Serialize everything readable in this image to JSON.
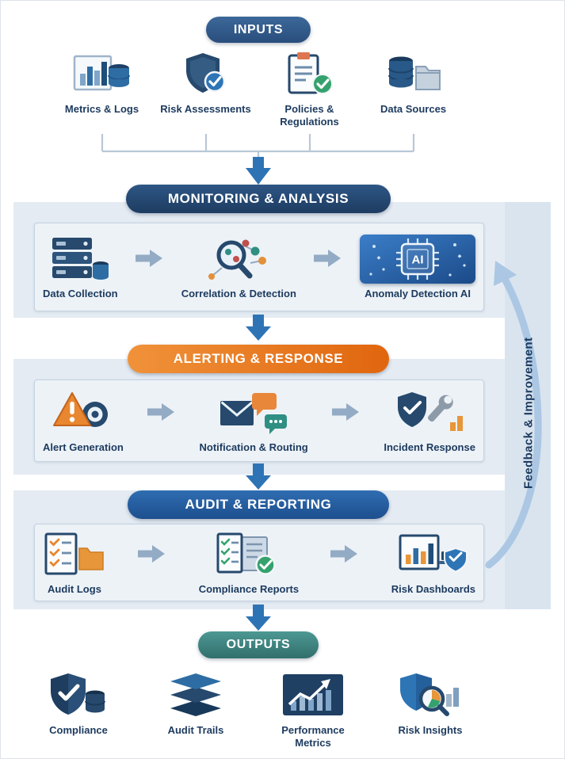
{
  "colors": {
    "navy_header": "#1f3d63",
    "blue_header": "#2563a3",
    "orange_header": "#e87d1e",
    "teal_header": "#3f8c87",
    "label_text": "#1c3a5e",
    "flow_arrow_blue": "#2e74b5",
    "item_arrow_gray": "#93abc4",
    "feedback_arrow": "#abc7e3",
    "band": "#e4ebf3"
  },
  "inputs": {
    "title": "INPUTS",
    "items": [
      {
        "label": "Metrics & Logs",
        "icon": "metrics-logs-icon"
      },
      {
        "label": "Risk Assessments",
        "icon": "risk-shield-check-icon"
      },
      {
        "label": "Policies & Regulations",
        "icon": "policies-clipboard-icon"
      },
      {
        "label": "Data Sources",
        "icon": "database-folder-icon"
      }
    ]
  },
  "monitoring": {
    "title": "MONITORING & ANALYSIS",
    "ai_chip_text": "AI",
    "items": [
      {
        "label": "Data Collection",
        "icon": "server-stack-icon"
      },
      {
        "label": "Correlation & Detection",
        "icon": "magnifier-network-icon"
      },
      {
        "label": "Anomaly Detection AI",
        "icon": "ai-chip-icon"
      }
    ]
  },
  "alerting": {
    "title": "ALERTING & RESPONSE",
    "items": [
      {
        "label": "Alert Generation",
        "icon": "warning-triangle-icon"
      },
      {
        "label": "Notification & Routing",
        "icon": "envelope-chat-icon"
      },
      {
        "label": "Incident Response",
        "icon": "shield-wrench-icon"
      }
    ]
  },
  "audit": {
    "title": "AUDIT & REPORTING",
    "items": [
      {
        "label": "Audit Logs",
        "icon": "checklist-folder-icon"
      },
      {
        "label": "Compliance Reports",
        "icon": "report-check-icon"
      },
      {
        "label": "Risk Dashboards",
        "icon": "dashboard-shield-icon"
      }
    ]
  },
  "outputs": {
    "title": "OUTPUTS",
    "items": [
      {
        "label": "Compliance",
        "icon": "shield-database-icon"
      },
      {
        "label": "Audit Trails",
        "icon": "layers-icon"
      },
      {
        "label": "Performance Metrics",
        "icon": "trend-chart-icon"
      },
      {
        "label": "Risk Insights",
        "icon": "shield-magnifier-icon"
      }
    ]
  },
  "feedback": {
    "label": "Feedback & Improvement"
  }
}
